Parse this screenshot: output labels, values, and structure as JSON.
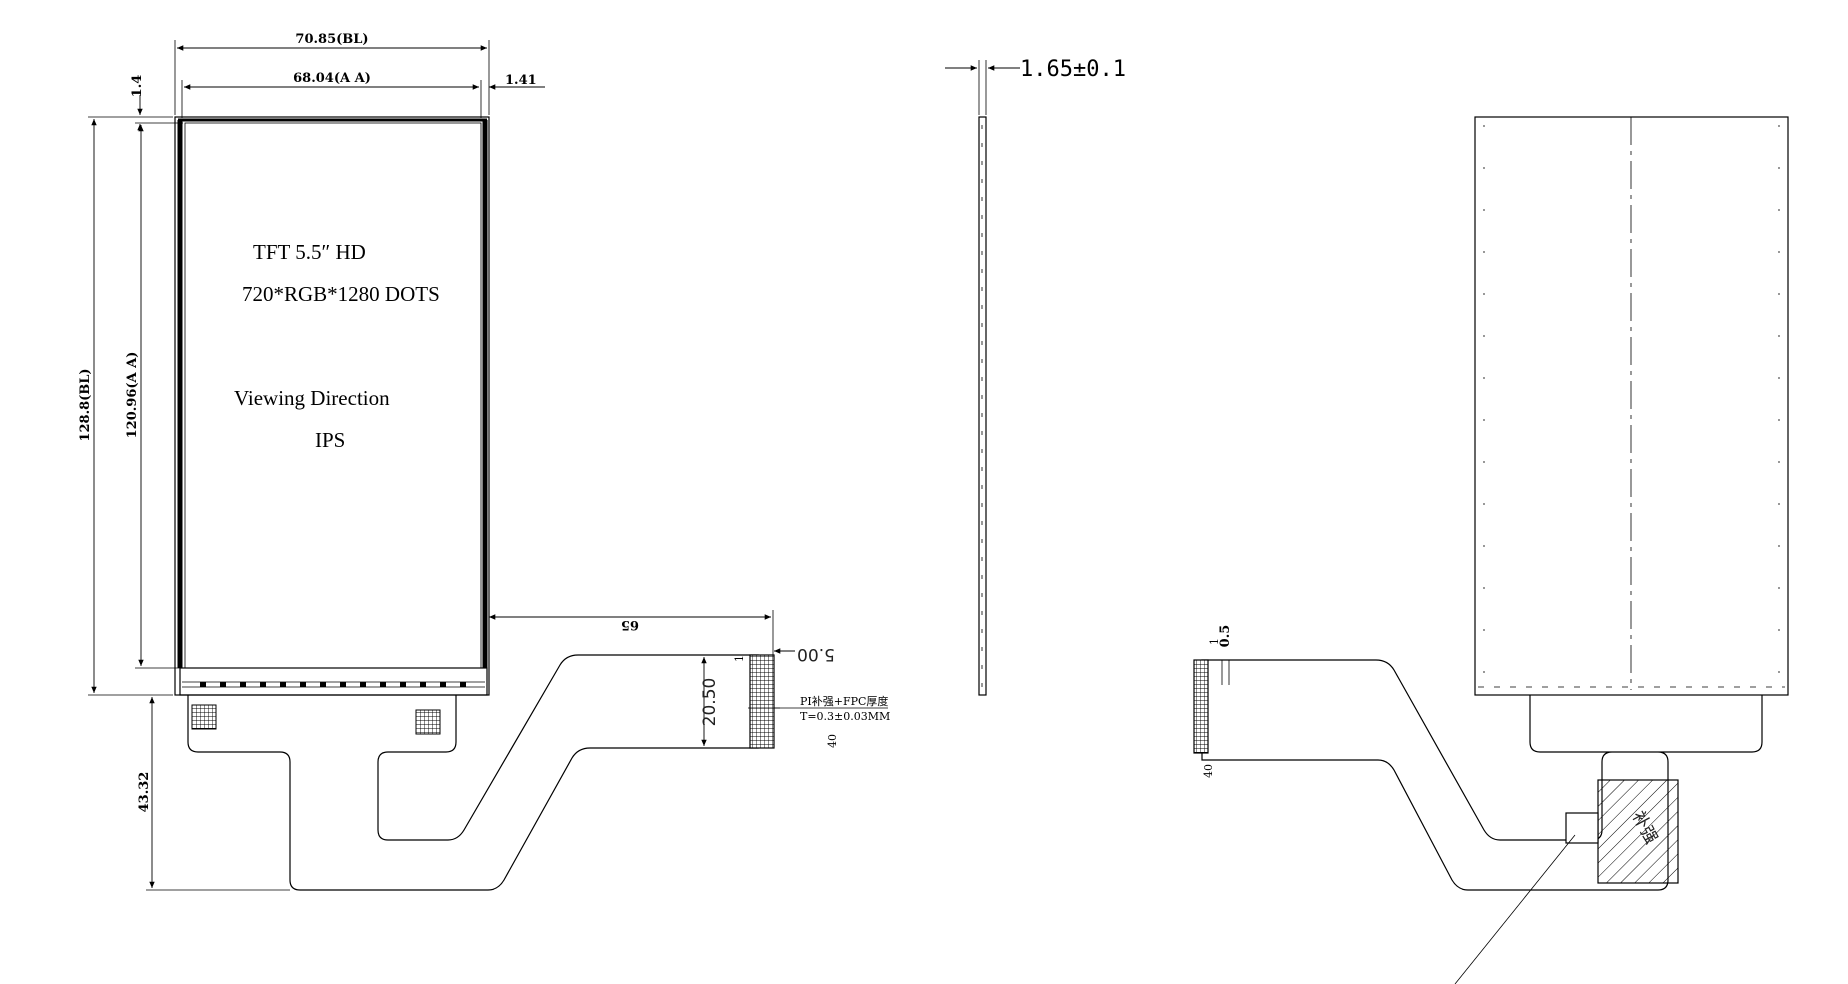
{
  "panel": {
    "title_line1": "TFT 5.5″ HD",
    "title_line2": "720*RGB*1280 DOTS",
    "viewing_label": "Viewing Direction",
    "viewing_value": "IPS"
  },
  "dimensions": {
    "outline_width": "70.85(BL)",
    "active_width": "68.04(A A)",
    "top_gap": "1.4",
    "right_gap": "1.41",
    "outline_height": "128.8(BL)",
    "active_height": "120.96(A A)",
    "fpc_length": "43.32",
    "fpc_offset": "65",
    "finger_width": "20.50",
    "finger_pitch": "5.00",
    "pin_one": "1",
    "pin_last": "40",
    "side_thickness": "1.65±0.1",
    "back_gap": "0.5",
    "back_pin_one": "1",
    "back_pin_last": "40"
  },
  "notes": {
    "stiffener_line1": "PI补强+FPC厚度",
    "stiffener_line2": "T=0.3±0.03MM",
    "back_label": "补强"
  }
}
